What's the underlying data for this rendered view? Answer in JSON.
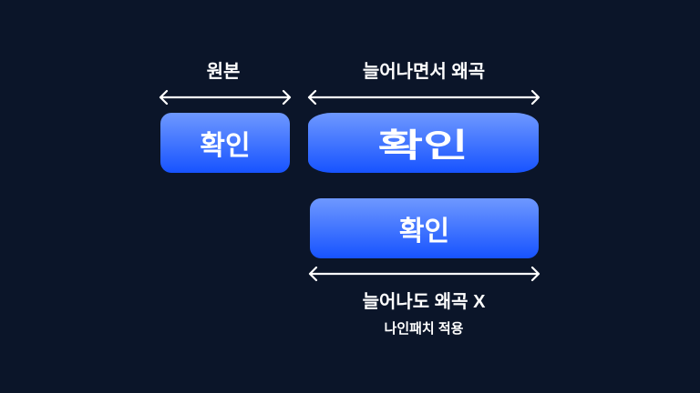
{
  "original": {
    "label": "원본",
    "button_label": "확인"
  },
  "stretched_distorted": {
    "label": "늘어나면서 왜곡",
    "button_label": "확인"
  },
  "nine_patch": {
    "button_label": "확인",
    "label": "늘어나도 왜곡 X",
    "sublabel": "나인패치 적용"
  },
  "colors": {
    "background": "#0b1529",
    "button_top": "#6e98ff",
    "button_bottom": "#1753ff"
  }
}
